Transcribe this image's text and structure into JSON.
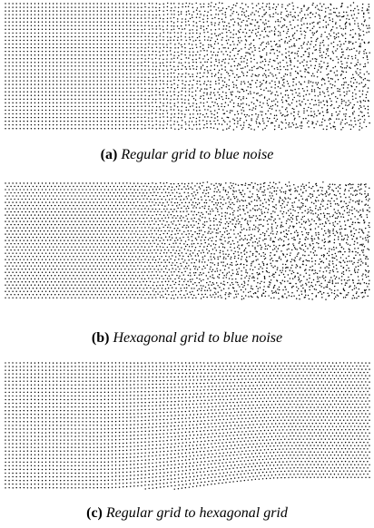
{
  "figures": [
    {
      "id": "a",
      "tag": "(a)",
      "caption": "Regular grid to blue noise",
      "transition": "regular-to-blue-noise"
    },
    {
      "id": "b",
      "tag": "(b)",
      "caption": "Hexagonal grid to blue noise",
      "transition": "hexagonal-to-blue-noise"
    },
    {
      "id": "c",
      "tag": "(c)",
      "caption": "Regular grid to hexagonal grid",
      "transition": "regular-to-hexagonal"
    }
  ],
  "colors": {
    "dot": "#000000",
    "background": "#ffffff"
  }
}
